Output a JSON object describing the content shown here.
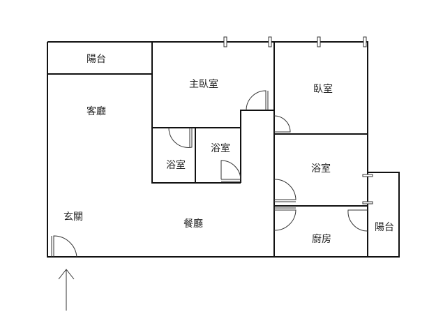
{
  "rooms": {
    "balcony_top": "陽台",
    "living_room": "客廳",
    "master_bedroom": "主臥室",
    "bedroom": "臥室",
    "bathroom_1": "浴室",
    "bathroom_2": "浴室",
    "bathroom_3": "浴室",
    "entrance": "玄關",
    "dining_room": "餐廳",
    "kitchen": "廚房",
    "balcony_right": "陽台"
  },
  "colors": {
    "wall": "#111111",
    "background": "#ffffff"
  }
}
